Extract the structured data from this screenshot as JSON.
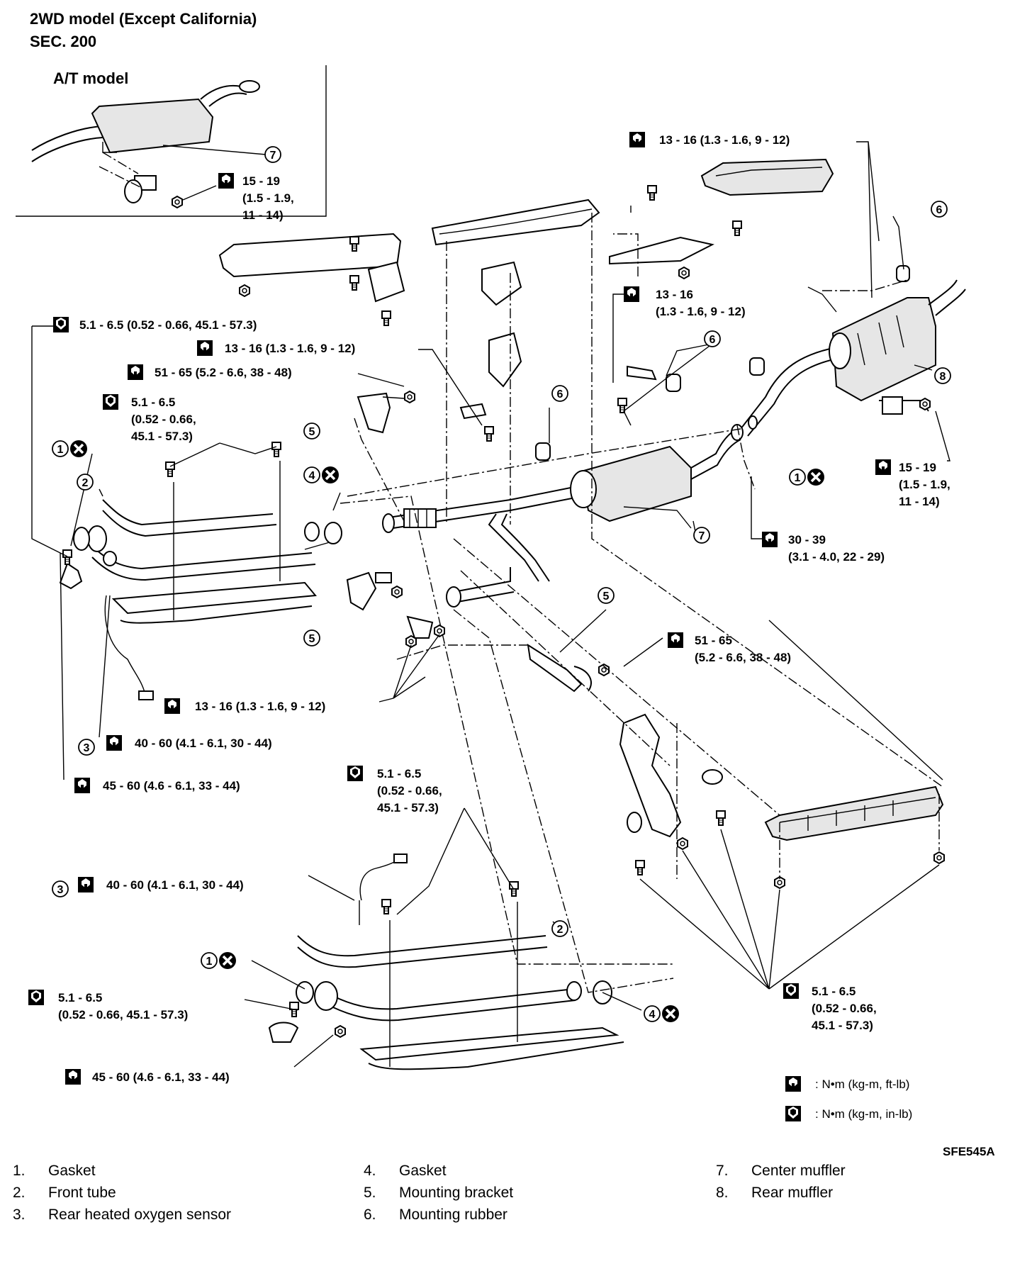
{
  "header": {
    "title_line1": "2WD model (Except California)",
    "title_line2": "SEC. 200",
    "inset_title": "A/T model"
  },
  "figure_code": "SFE545A",
  "torque_labels": {
    "t01": [
      "15 - 19",
      "(1.5 - 1.9,",
      "11 - 14)"
    ],
    "t02": [
      "13 - 16 (1.3 - 1.6, 9 - 12)"
    ],
    "t03": [
      "13 - 16",
      "(1.3 - 1.6, 9 - 12)"
    ],
    "t04": [
      "5.1 - 6.5 (0.52 - 0.66, 45.1 - 57.3)"
    ],
    "t05": [
      "13 - 16 (1.3 - 1.6, 9 - 12)"
    ],
    "t06": [
      "51 - 65 (5.2 - 6.6, 38 - 48)"
    ],
    "t07": [
      "5.1 - 6.5",
      "(0.52 - 0.66,",
      "45.1 - 57.3)"
    ],
    "t08": [
      "15 - 19",
      "(1.5 - 1.9,",
      "11 - 14)"
    ],
    "t09": [
      "30 - 39",
      "(3.1 - 4.0, 22 - 29)"
    ],
    "t10": [
      "51 - 65",
      "(5.2 - 6.6, 38 - 48)"
    ],
    "t11": [
      "13 - 16 (1.3 - 1.6, 9 - 12)"
    ],
    "t12": [
      "40 - 60 (4.1 - 6.1, 30 - 44)"
    ],
    "t13": [
      "45 - 60 (4.6 - 6.1, 33 - 44)"
    ],
    "t14": [
      "5.1 - 6.5",
      "(0.52 - 0.66,",
      "45.1 - 57.3)"
    ],
    "t15": [
      "40 - 60 (4.1 - 6.1, 30 - 44)"
    ],
    "t16": [
      "5.1 - 6.5",
      "(0.52 - 0.66, 45.1 - 57.3)"
    ],
    "t17": [
      "45 - 60 (4.6 - 6.1, 33 - 44)"
    ],
    "t18": [
      "5.1 - 6.5",
      "(0.52 - 0.66,",
      "45.1 - 57.3)"
    ]
  },
  "unit_key": {
    "ft_lb": ": N•m (kg-m, ft-lb)",
    "in_lb": ": N•m (kg-m, in-lb)"
  },
  "callout_numbers": [
    "1",
    "2",
    "3",
    "4",
    "5",
    "6",
    "7",
    "8"
  ],
  "legend": [
    {
      "num": "1.",
      "label": "Gasket"
    },
    {
      "num": "2.",
      "label": "Front tube"
    },
    {
      "num": "3.",
      "label": "Rear heated oxygen sensor"
    },
    {
      "num": "4.",
      "label": "Gasket"
    },
    {
      "num": "5.",
      "label": "Mounting bracket"
    },
    {
      "num": "6.",
      "label": "Mounting rubber"
    },
    {
      "num": "7.",
      "label": "Center muffler"
    },
    {
      "num": "8.",
      "label": "Rear muffler"
    }
  ],
  "icons": {
    "wrench_ft_lb": "torque-wrench-icon",
    "wrench_in_lb": "torque-wrench-filled-icon",
    "do_not_reuse": "do-not-reuse-icon"
  }
}
